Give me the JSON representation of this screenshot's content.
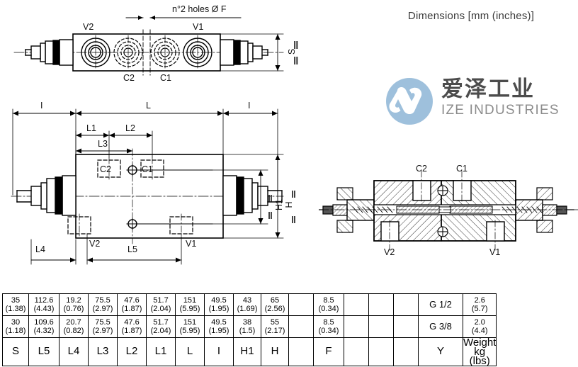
{
  "header": {
    "title": "Dimensions [mm (inches)]"
  },
  "logo": {
    "mark_name": "ize-industries-logo",
    "chinese": "爱泽工业",
    "english": "IZE INDUSTRIES",
    "circle_color": "#9ec0dc",
    "glyph_color": "#ffffff",
    "cn_color": "#4c4c4c",
    "en_color": "#8c8c8c"
  },
  "top_view": {
    "note": "n°2 holes Ø F",
    "port_labels_top": [
      "V2",
      "V1"
    ],
    "port_labels_bottom": [
      "C2",
      "C1"
    ],
    "dim_right": "S"
  },
  "main_view": {
    "dims_top_outer": [
      "I",
      "L",
      "I"
    ],
    "dims_mid": [
      "L1",
      "L2"
    ],
    "dim_l3": "L3",
    "port_labels_top": [
      "C2",
      "C1"
    ],
    "port_labels_bottom": [
      "V2",
      "V1"
    ],
    "dims_bottom": [
      "L4",
      "L5"
    ],
    "dim_h1": "H1",
    "dim_h": "H"
  },
  "section_view": {
    "labels_top": [
      "C2",
      "C1"
    ],
    "labels_bottom": [
      "V2",
      "V1"
    ]
  },
  "table": {
    "rows": [
      {
        "cells": [
          {
            "mm": "35",
            "in": "(1.38)"
          },
          {
            "mm": "112.6",
            "in": "(4.43)"
          },
          {
            "mm": "19.2",
            "in": "(0.76)"
          },
          {
            "mm": "75.5",
            "in": "(2.97)"
          },
          {
            "mm": "47.6",
            "in": "(1.87)"
          },
          {
            "mm": "51.7",
            "in": "(2.04)"
          },
          {
            "mm": "151",
            "in": "(5.95)"
          },
          {
            "mm": "49.5",
            "in": "(1.95)"
          },
          {
            "mm": "43",
            "in": "(1.69)"
          },
          {
            "mm": "65",
            "in": "(2.56)"
          },
          {
            "mm": "",
            "in": ""
          },
          {
            "mm": "8.5",
            "in": "(0.34)"
          },
          {
            "mm": "",
            "in": ""
          },
          {
            "mm": "",
            "in": ""
          },
          {
            "mm": "",
            "in": ""
          },
          {
            "mm": "G 1/2",
            "in": ""
          },
          {
            "mm": "2.6",
            "in": "(5.7)"
          }
        ]
      },
      {
        "cells": [
          {
            "mm": "30",
            "in": "(1.18)"
          },
          {
            "mm": "109.6",
            "in": "(4.32)"
          },
          {
            "mm": "20.7",
            "in": "(0.82)"
          },
          {
            "mm": "75.5",
            "in": "(2.97)"
          },
          {
            "mm": "47.6",
            "in": "(1.87)"
          },
          {
            "mm": "51.7",
            "in": "(2.04)"
          },
          {
            "mm": "151",
            "in": "(5.95)"
          },
          {
            "mm": "49.5",
            "in": "(1.95)"
          },
          {
            "mm": "38",
            "in": "(1.5)"
          },
          {
            "mm": "55",
            "in": "(2.17)"
          },
          {
            "mm": "",
            "in": ""
          },
          {
            "mm": "8.5",
            "in": "(0.34)"
          },
          {
            "mm": "",
            "in": ""
          },
          {
            "mm": "",
            "in": ""
          },
          {
            "mm": "",
            "in": ""
          },
          {
            "mm": "G 3/8",
            "in": ""
          },
          {
            "mm": "2.0",
            "in": "(4.4)"
          }
        ]
      }
    ],
    "headers": [
      {
        "l1": "S",
        "l2": ""
      },
      {
        "l1": "L5",
        "l2": ""
      },
      {
        "l1": "L4",
        "l2": ""
      },
      {
        "l1": "L3",
        "l2": ""
      },
      {
        "l1": "L2",
        "l2": ""
      },
      {
        "l1": "L1",
        "l2": ""
      },
      {
        "l1": "L",
        "l2": ""
      },
      {
        "l1": "I",
        "l2": ""
      },
      {
        "l1": "H1",
        "l2": ""
      },
      {
        "l1": "H",
        "l2": ""
      },
      {
        "l1": "",
        "l2": ""
      },
      {
        "l1": "F",
        "l2": ""
      },
      {
        "l1": "",
        "l2": ""
      },
      {
        "l1": "",
        "l2": ""
      },
      {
        "l1": "",
        "l2": ""
      },
      {
        "l1": "Y",
        "l2": ""
      },
      {
        "l1": "Weight",
        "l2": "kg (lbs)"
      }
    ]
  }
}
